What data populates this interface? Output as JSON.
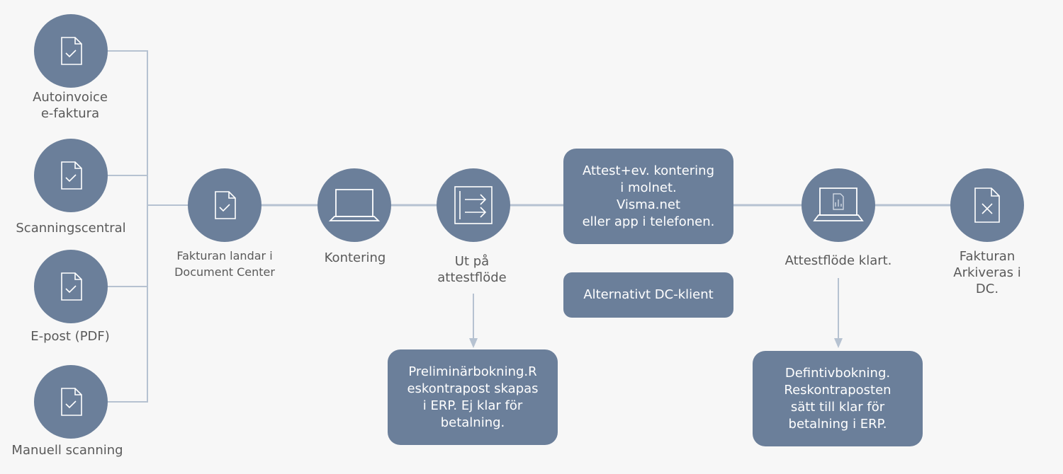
{
  "colors": {
    "node": "#6b7f9a",
    "line": "#b6c2d1",
    "text": "#5a5a5a",
    "background": "#f7f7f7"
  },
  "sources": [
    {
      "label": "Autoinvoice\ne-faktura",
      "icon": "document-check-icon"
    },
    {
      "label": "Scanningscentral",
      "icon": "document-check-icon"
    },
    {
      "label": "E-post (PDF)",
      "icon": "document-check-icon"
    },
    {
      "label": "Manuell scanning",
      "icon": "document-check-icon"
    }
  ],
  "steps": [
    {
      "label": "Fakturan landar i\nDocument Center",
      "icon": "document-check-icon"
    },
    {
      "label": "Kontering",
      "icon": "laptop-icon"
    },
    {
      "label": "Ut på\nattestflöde",
      "icon": "export-arrows-icon"
    },
    {
      "label": "Attestflöde klart.",
      "icon": "laptop-chart-icon"
    },
    {
      "label": "Fakturan\nArkiveras i DC.",
      "icon": "document-x-icon"
    }
  ],
  "boxes": {
    "attest": "Attest+ev. kontering\ni molnet.\nVisma.net\neller app i telefonen.",
    "alternativ": "Alternativt DC-klient",
    "preliminar": "Preliminärbokning.R\neskontrapost skapas\ni ERP. Ej klar för\nbetalning.",
    "definitiv": "Defintivbokning.\nReskontraposten\nsätt till klar för\nbetalning i ERP."
  }
}
